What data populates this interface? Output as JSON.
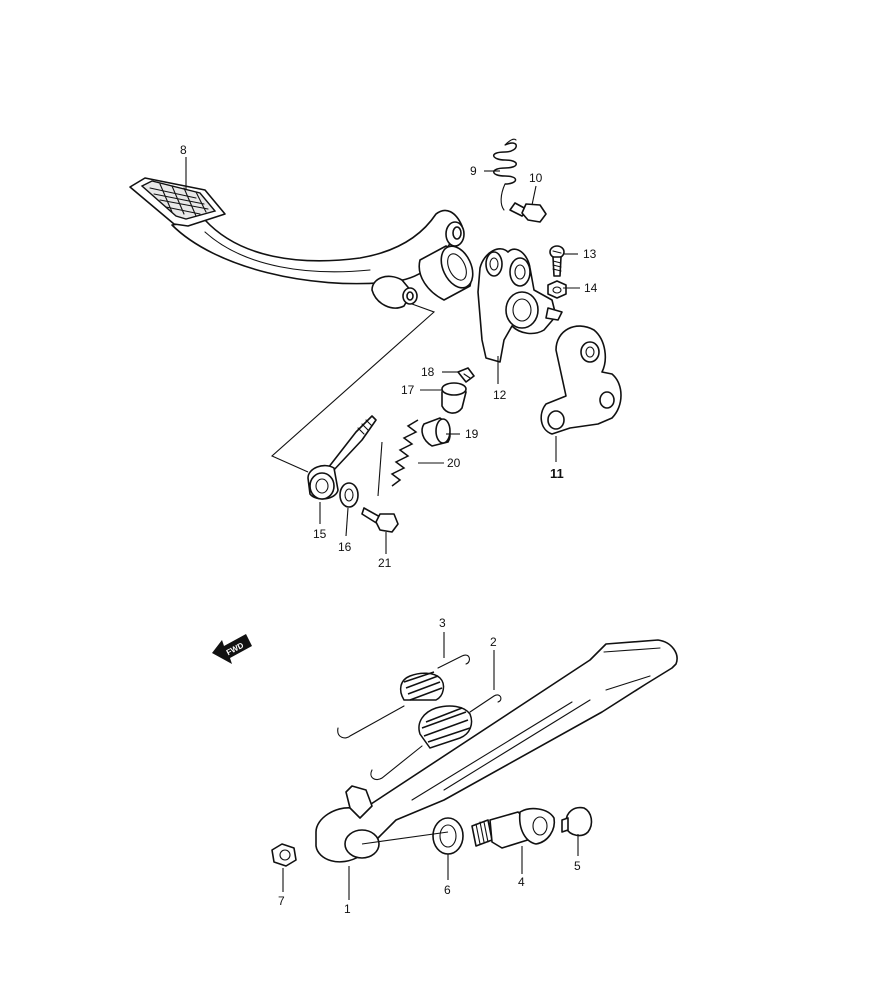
{
  "diagram": {
    "callouts": {
      "c1": "1",
      "c2": "2",
      "c3": "3",
      "c4": "4",
      "c5": "5",
      "c6": "6",
      "c7": "7",
      "c8": "8",
      "c9": "9",
      "c10": "10",
      "c11": "11",
      "c12": "12",
      "c13": "13",
      "c14": "14",
      "c15": "15",
      "c16": "16",
      "c17": "17",
      "c18": "18",
      "c19": "19",
      "c20": "20",
      "c21": "21"
    },
    "fwd_label": "FWD",
    "colors": {
      "line": "#111111",
      "background": "#ffffff"
    }
  }
}
